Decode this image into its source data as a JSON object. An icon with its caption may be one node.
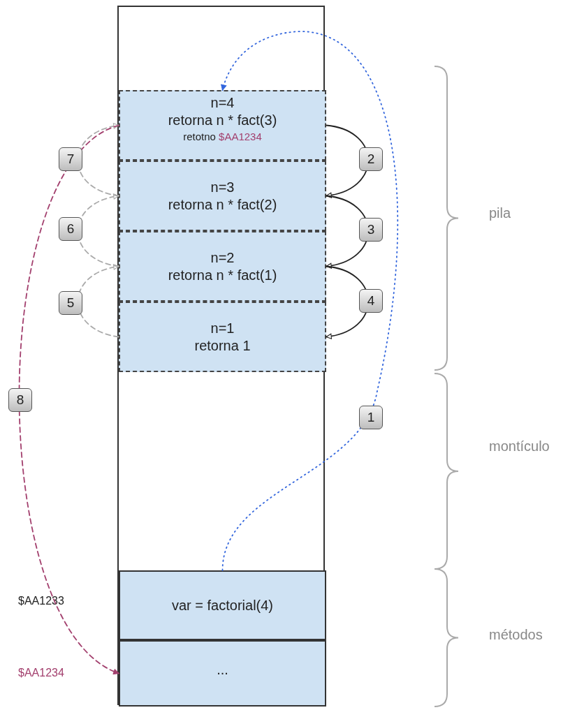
{
  "diagram": {
    "nodes": [
      {
        "text": [],
        "shape": "box"
      },
      {
        "text": [
          "n=4",
          "retorna n * fact(3)",
          "retotno",
          "$AA1234"
        ],
        "in": 0
      },
      {
        "text": [
          "n=3",
          "retorna n * fact(2)"
        ],
        "in": 0
      },
      {
        "text": [
          "n=2",
          "retorna n * fact(1)"
        ],
        "in": 0
      },
      {
        "text": [
          "n=1",
          "retorna 1"
        ],
        "in": 0
      },
      {
        "text": [
          "var = factorial(4)"
        ],
        "in": 0
      },
      {
        "text": [
          "..."
        ],
        "in": 0
      }
    ],
    "edges": [
      {
        "from": 5,
        "to": 1,
        "arrow": "to",
        "label": "1",
        "style": "dashed",
        "color": "#3366dd"
      },
      {
        "from": 1,
        "to": 2,
        "arrow": "to",
        "label": "2"
      },
      {
        "from": 2,
        "to": 3,
        "arrow": "to",
        "label": "3"
      },
      {
        "from": 3,
        "to": 4,
        "arrow": "to",
        "label": "4"
      },
      {
        "from": 4,
        "to": 3,
        "arrow": "to",
        "label": "5",
        "style": "dashed",
        "color": "#aaaaaa"
      },
      {
        "from": 3,
        "to": 2,
        "arrow": "to",
        "label": "6",
        "style": "dashed",
        "color": "#aaaaaa"
      },
      {
        "from": 2,
        "to": 1,
        "arrow": "to",
        "label": "7",
        "style": "dashed",
        "color": "#aaaaaa"
      },
      {
        "from": 1,
        "to": 6,
        "arrow": "to",
        "label": "8",
        "style": "dashed",
        "color": "#a3406e"
      }
    ],
    "labels": [
      "pila",
      "montículo",
      "métodos",
      "$AA1233",
      "$AA1234"
    ]
  }
}
